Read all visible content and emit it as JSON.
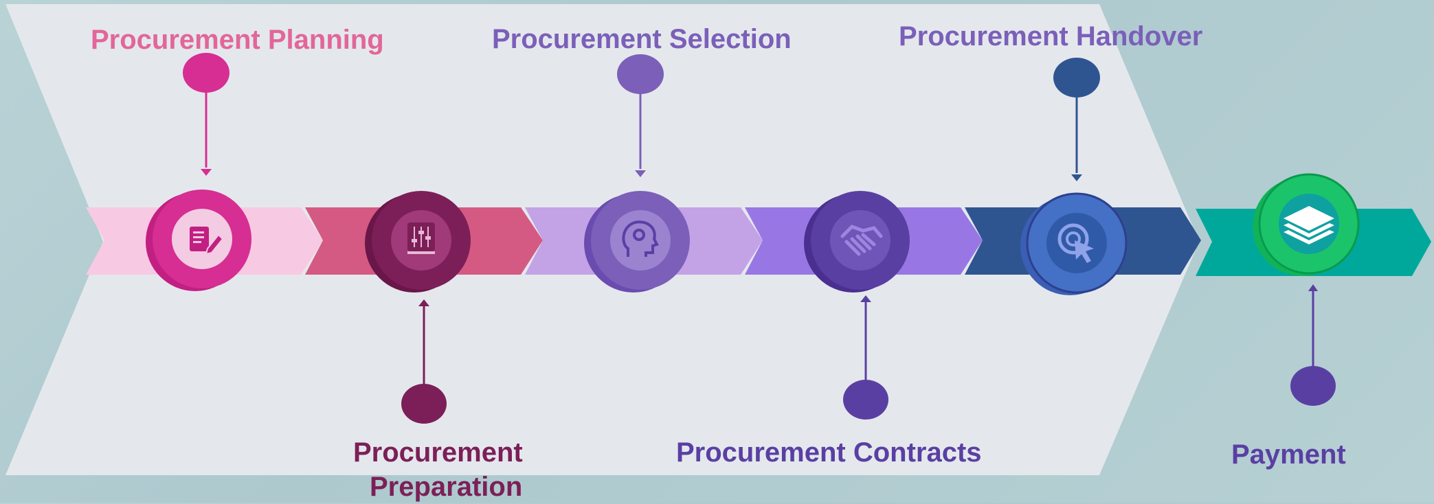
{
  "steps": [
    {
      "label": "Procurement Planning",
      "color": "#e2669a",
      "icon": "document-edit-icon"
    },
    {
      "label": "Procurement Preparation",
      "line1": "Procurement",
      "line2": "Preparation",
      "color": "#7c1f58",
      "icon": "sliders-icon"
    },
    {
      "label": "Procurement Selection",
      "color": "#7b5fb9",
      "icon": "head-gear-icon"
    },
    {
      "label": "Procurement Contracts",
      "color": "#5a3fa3",
      "icon": "handshake-icon"
    },
    {
      "label": "Procurement Handover",
      "color": "#7b5fb9",
      "icon": "target-cursor-icon"
    },
    {
      "label": "Payment",
      "color": "#5a3fa3",
      "icon": "layers-icon"
    }
  ],
  "colors": {
    "background": "#b6d0d3",
    "chevron_panel": "#e4e8ec",
    "band_1": "#f8c9e3",
    "band_2": "#d45a83",
    "band_3": "#c3a3e6",
    "band_4": "#9877e4",
    "band_5": "#2f5591",
    "band_6": "#00a89c"
  }
}
